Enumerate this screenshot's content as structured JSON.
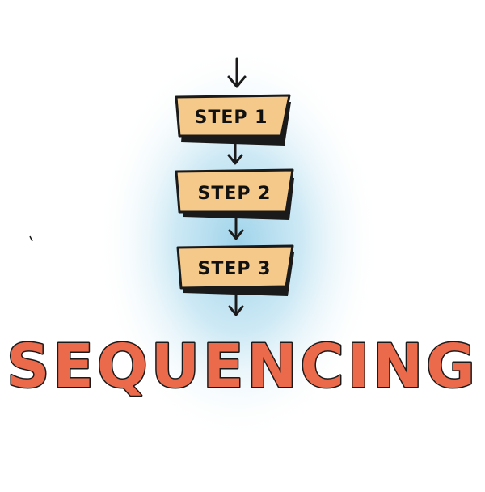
{
  "steps": [
    {
      "label": "STEP 1"
    },
    {
      "label": "STEP 2"
    },
    {
      "label": "STEP 3"
    }
  ],
  "title": "SEQUENCING",
  "colors": {
    "box_fill": "#F5C98A",
    "box_shadow": "#1a1a1a",
    "outline": "#1a1a1a",
    "title_fill": "#EB6A4C",
    "glow": "#A8D8EC",
    "background": "#FFFFFF"
  },
  "icons": [
    "arrow-down-icon"
  ]
}
